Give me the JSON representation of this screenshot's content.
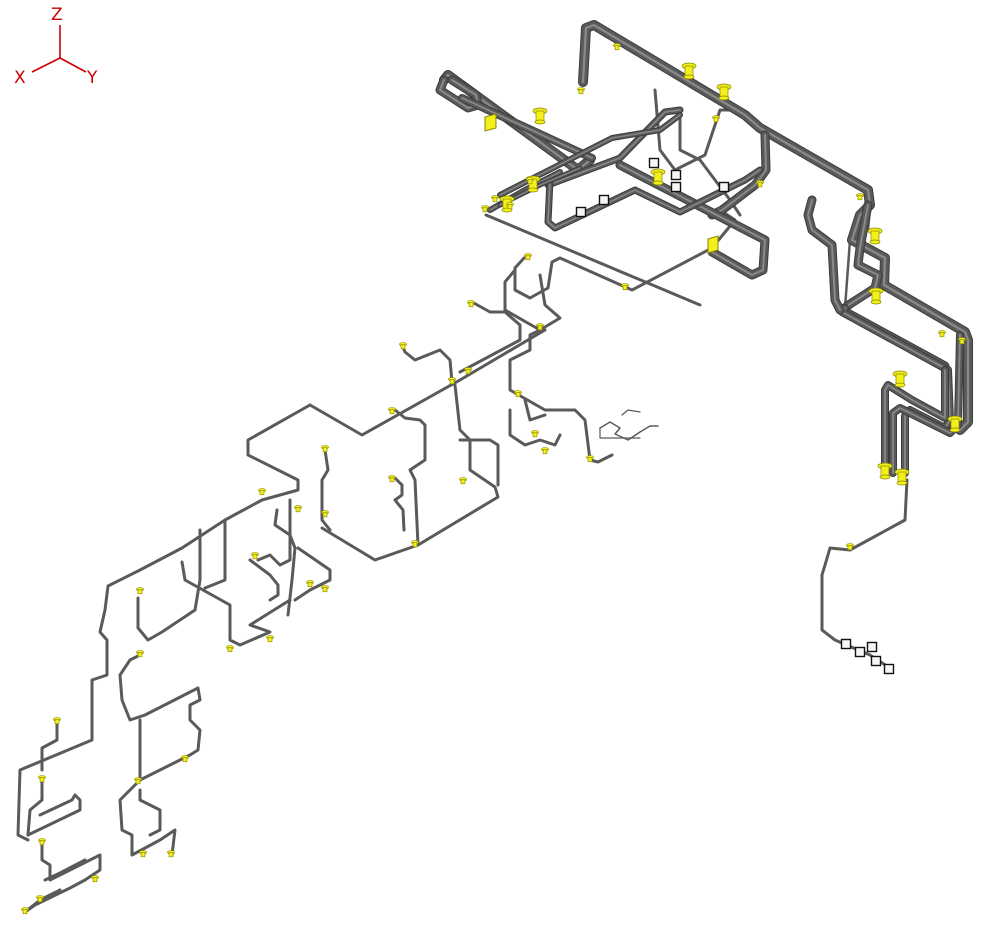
{
  "axis_triad": {
    "z_label": "Z",
    "x_label": "X",
    "y_label": "Y",
    "axis_color": "#cc0000"
  },
  "colors": {
    "pipe": "#5a5a5a",
    "pipe_highlight": "#8a8a8a",
    "pipe_thin": "#444444",
    "fitting": "#f2ef1a",
    "fitting_outline": "#8a8600",
    "marker_outline": "#111111",
    "marker_fill": "#f6f6f6",
    "background": "#ffffff"
  },
  "icons": {
    "triad": "axis-triad-icon",
    "fitting": "valve-fitting-icon",
    "marker": "pipe-support-marker-icon"
  }
}
